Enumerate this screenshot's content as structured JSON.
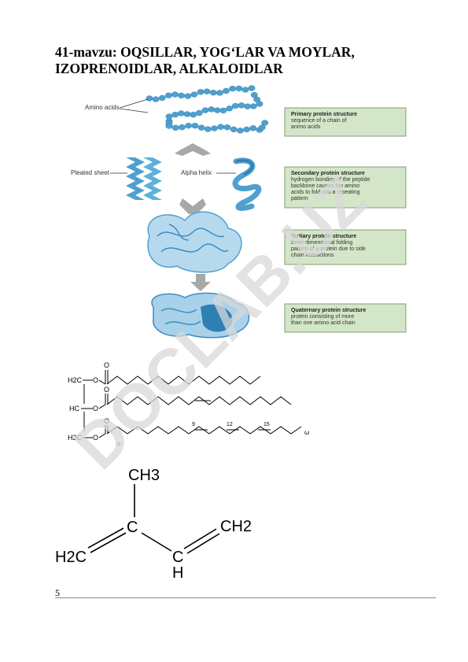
{
  "page": {
    "title_line1": "41-mavzu: OQSILLAR, YOG‘LAR VA MOYLAR,",
    "title_line2": "IZOPRENOIDLAR, ALKALOIDLAR",
    "page_number": "5"
  },
  "watermark": {
    "text": "DOCLAB.UZ"
  },
  "protein_figure": {
    "labels": {
      "amino_acids": "Amino acids",
      "pleated_sheet": "Pleated sheet",
      "alpha_helix": "Alpha helix"
    },
    "boxes": [
      {
        "title": "Primary protein structure",
        "lines": [
          "sequence of a chain of",
          "animo acids"
        ]
      },
      {
        "title": "Secondary protein structure",
        "lines": [
          "hydrogen bonding of the peptide",
          "backbone causes the amino",
          "acids to fold into a repeating",
          "pattern"
        ]
      },
      {
        "title": "Tertiary protein structure",
        "lines": [
          "three-dimensional folding",
          "pattern of a protein due to side",
          "chain interactions"
        ]
      },
      {
        "title": "Quaternary protein structure",
        "lines": [
          "protein consisting of more",
          "than one amino acid chain"
        ]
      }
    ]
  },
  "triglyceride": {
    "o_label": "O",
    "h2c_top": "H2C",
    "hc_mid": "HC",
    "h2c_bot": "H2C",
    "o1": "O",
    "o2": "O",
    "o3": "O",
    "n9": "9",
    "n12": "12",
    "n15": "15",
    "alpha": "α",
    "omega": "ω"
  },
  "isoprene": {
    "ch3": "CH3",
    "c": "C",
    "ch2_right": "CH2",
    "h2c_left": "H2C",
    "c_bottom": "C",
    "h": "H"
  },
  "colors": {
    "box_fill": "#d4e6c8",
    "protein_blue": "#4fa0cf",
    "watermark": "#d8d8d8"
  }
}
